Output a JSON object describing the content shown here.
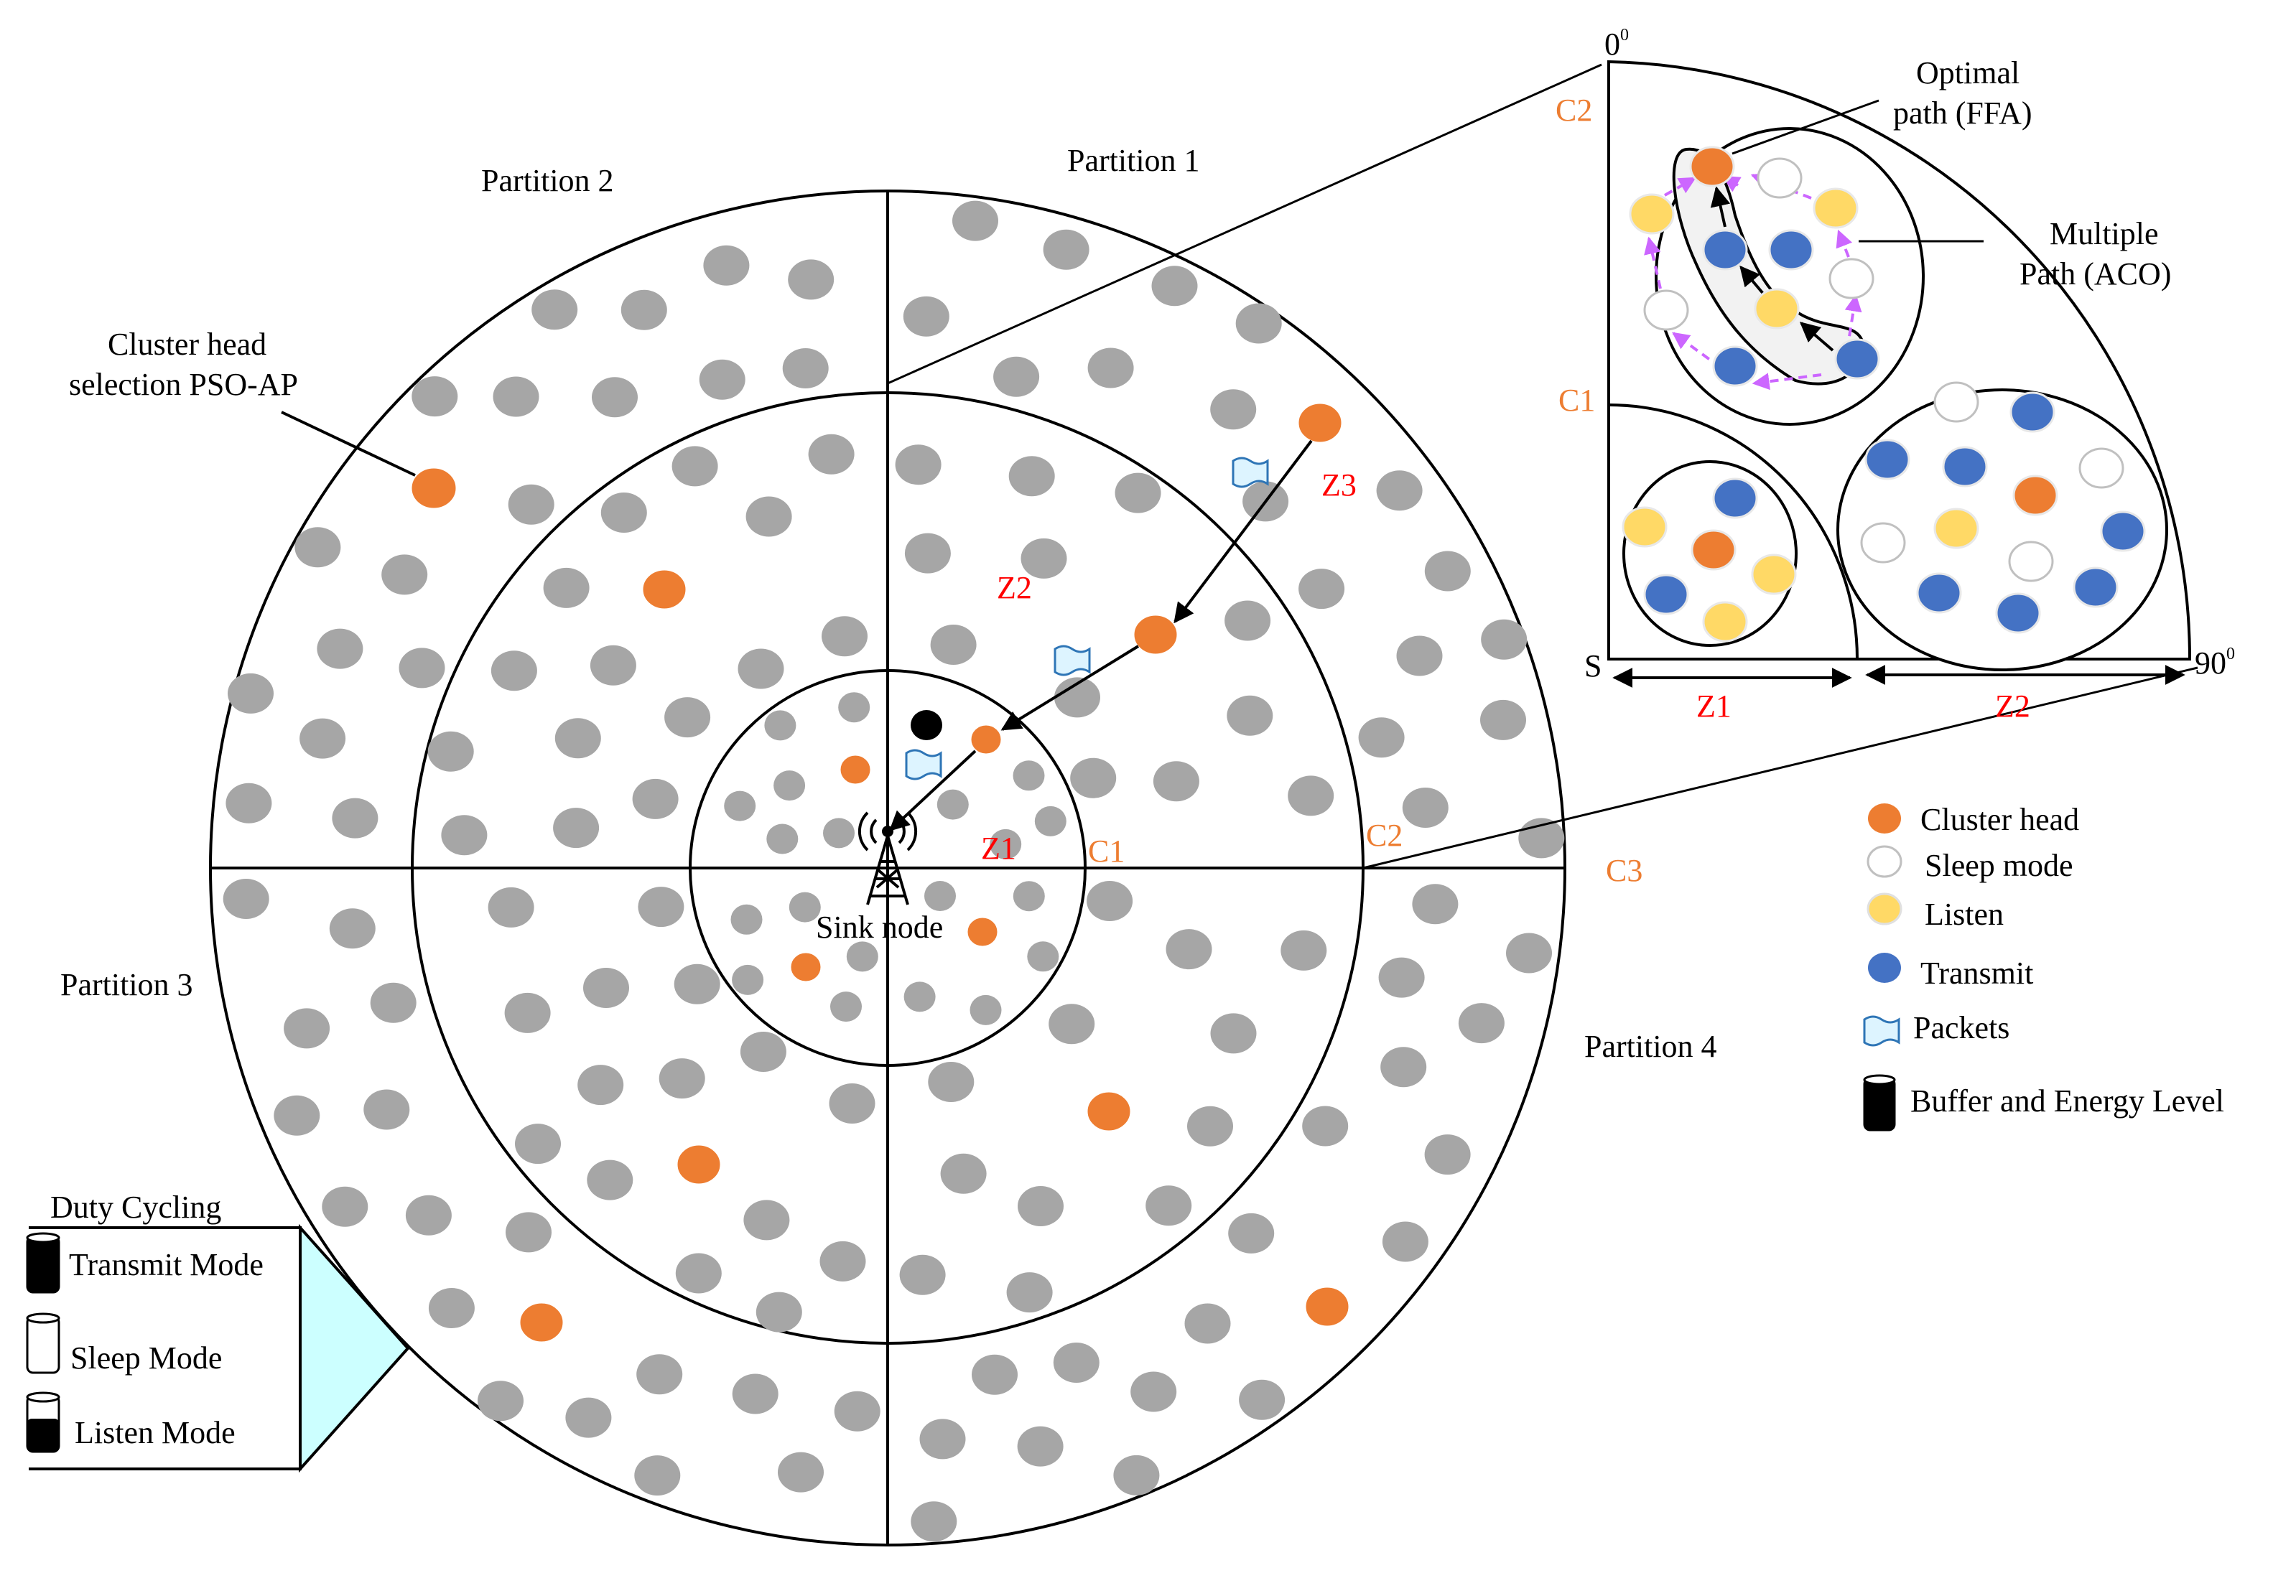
{
  "partitions": {
    "p1": "Partition 1",
    "p2": "Partition 2",
    "p3": "Partition 3",
    "p4": "Partition 4"
  },
  "zones": {
    "z1": "Z1",
    "z2": "Z2",
    "z3": "Z3"
  },
  "circles": {
    "c1": "C1",
    "c2": "C2",
    "c3": "C3"
  },
  "annotations": {
    "cluster_head_line1": "Cluster head",
    "cluster_head_line2": "selection PSO-AP",
    "sink_node": "Sink node"
  },
  "inset": {
    "angle_start": "0",
    "angle_end": "90",
    "degree_mark": "0",
    "origin": "S",
    "c1": "C1",
    "c2": "C2",
    "z1": "Z1",
    "z2": "Z2",
    "optimal_line1": "Optimal",
    "optimal_line2": "path (FFA)",
    "multiple_line1": "Multiple",
    "multiple_line2": "Path (ACO)"
  },
  "legend": {
    "cluster_head": "Cluster head",
    "sleep": "Sleep mode",
    "listen": "Listen",
    "transmit": "Transmit",
    "packets": "Packets",
    "buffer": "Buffer and Energy Level"
  },
  "duty_cycling": {
    "title": "Duty Cycling",
    "transmit": "Transmit Mode",
    "sleep": "Sleep Mode",
    "listen": "Listen Mode"
  },
  "colors": {
    "cluster_head": "#ED7D31",
    "node": "#A6A6A6",
    "transmit": "#4472C4",
    "listen": "#FFD966",
    "sleep": "#FFFFFF",
    "packet": "#DDF4FF",
    "zone_label": "#FF0000",
    "circle_label": "#ED7D31",
    "aco_arrow": "#CC66FF",
    "duty_box": "#CCFFFF"
  }
}
